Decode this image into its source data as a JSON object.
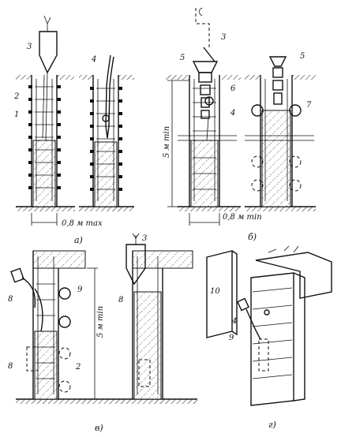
{
  "figure": {
    "labels": {
      "n1": "1",
      "n2": "2",
      "n3": "3",
      "n4": "4",
      "n5": "5",
      "n6": "6",
      "n7": "7",
      "n8": "8",
      "n9": "9",
      "n10": "10"
    },
    "dimensions": {
      "d1": "0,8 м max",
      "d2": "0,8 м min",
      "d3": "5 м min",
      "d4": "5 м min"
    },
    "panels": {
      "a": "а)",
      "b": "б)",
      "v": "в)",
      "g": "г)"
    }
  }
}
